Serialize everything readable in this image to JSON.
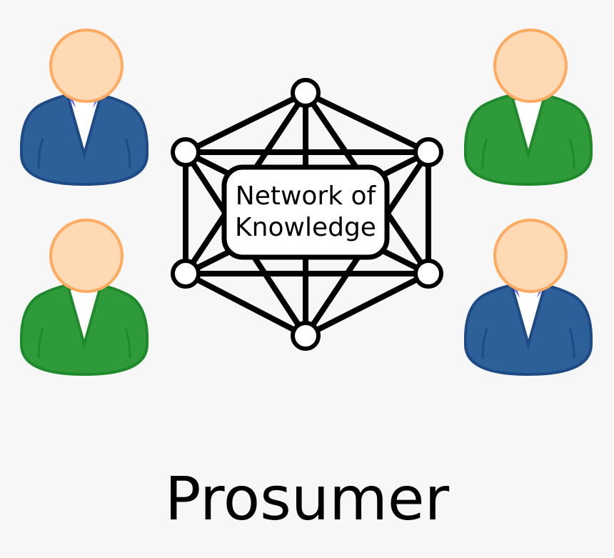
{
  "diagram": {
    "center": {
      "label_line1": "Network of",
      "label_line2": "Knowledge",
      "icon": "network-graph-icon",
      "node_count": 6
    },
    "people": [
      {
        "position": "top-left",
        "suit_color": "#2d5f99",
        "icon": "user-icon"
      },
      {
        "position": "bottom-left",
        "suit_color": "#2e9a3a",
        "icon": "user-icon"
      },
      {
        "position": "top-right",
        "suit_color": "#2e9a3a",
        "icon": "user-icon"
      },
      {
        "position": "bottom-right",
        "suit_color": "#2d5f99",
        "icon": "user-icon"
      }
    ],
    "title": "Prosumer"
  },
  "colors": {
    "background": "#f7f7f7",
    "skin": "#ffd8b4",
    "skin_outline": "#ffaa5e",
    "blue_suit": "#2d5f99",
    "blue_outline": "#1e4a85",
    "green_suit": "#2e9a3a",
    "green_outline": "#1f8a2c",
    "collar_blue": "#6b6bf0",
    "network_stroke": "#000000"
  }
}
